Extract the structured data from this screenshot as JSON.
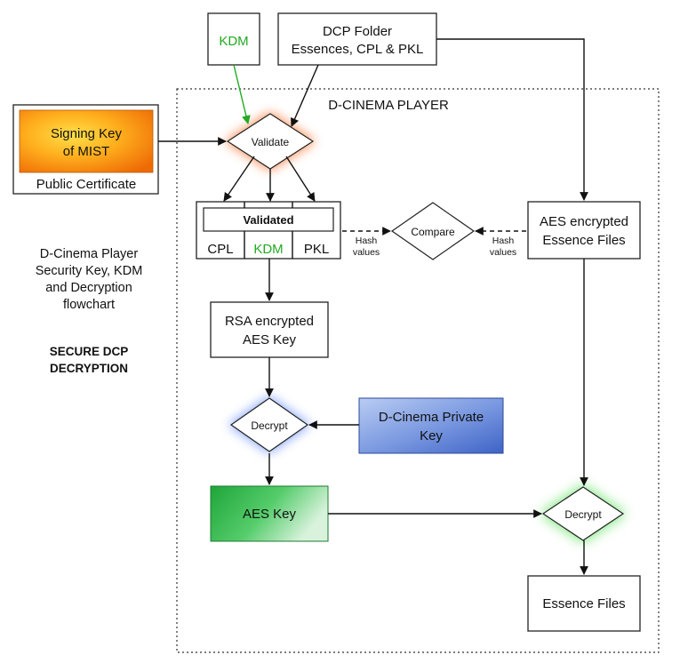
{
  "kdm": {
    "label": "KDM",
    "color": "#22aa22"
  },
  "dcp_folder": {
    "line1": "DCP Folder",
    "line2": "Essences, CPL & PKL"
  },
  "player": {
    "title": "D-CINEMA PLAYER"
  },
  "signing": {
    "line1": "Signing Key",
    "line2": "of MIST",
    "caption": "Public Certificate"
  },
  "validate": {
    "label": "Validate"
  },
  "validated": {
    "title": "Validated",
    "cpl": "CPL",
    "kdm": "KDM",
    "pkl": "PKL"
  },
  "compare": {
    "label": "Compare"
  },
  "hash_left": {
    "line1": "Hash",
    "line2": "values"
  },
  "hash_right": {
    "line1": "Hash",
    "line2": "values"
  },
  "aes_encrypted": {
    "line1": "AES encrypted",
    "line2": "Essence Files"
  },
  "side_text": {
    "line1": "D-Cinema Player",
    "line2": "Security Key, KDM",
    "line3": "and Decryption",
    "line4": "flowchart",
    "bold1": "SECURE DCP",
    "bold2": "DECRYPTION"
  },
  "rsa": {
    "line1": "RSA encrypted",
    "line2": "AES Key"
  },
  "decrypt_left": {
    "label": "Decrypt"
  },
  "private_key": {
    "line1": "D-Cinema Private",
    "line2": "Key"
  },
  "aes_key": {
    "label": "AES Key"
  },
  "decrypt_right": {
    "label": "Decrypt"
  },
  "essence": {
    "label": "Essence Files"
  },
  "colors": {
    "kdm_green": "#22aa22",
    "signing_orange": "#f08a10",
    "private_blue": "#5a7fd0",
    "aes_green": "#3cbf55",
    "validate_glow": "#ff7a3a",
    "decrypt_glow_blue": "#7a9cff",
    "decrypt_glow_green": "#6be36b"
  }
}
